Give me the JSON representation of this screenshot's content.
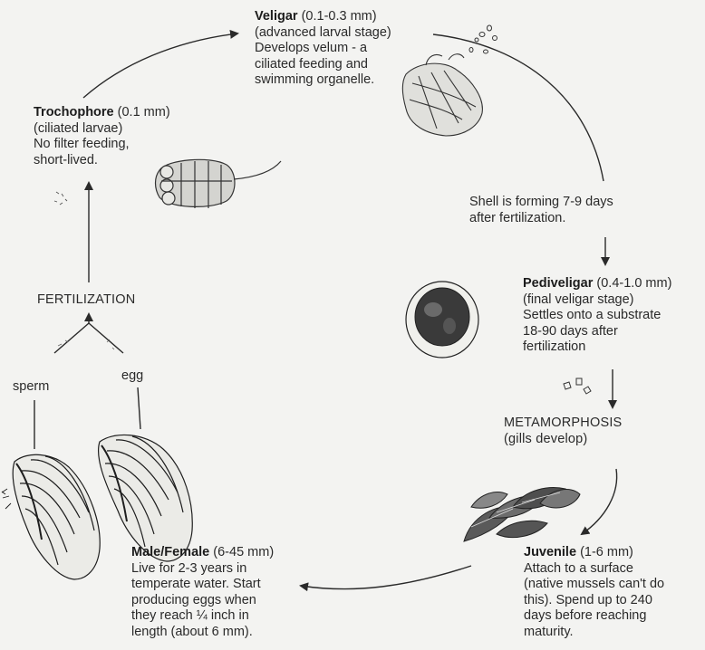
{
  "stages": {
    "veliger": {
      "name": "Veligar",
      "size": "(0.1-0.3 mm)",
      "lines": [
        "(advanced larval stage)",
        "Develops velum - a",
        "ciliated feeding and",
        "swimming organelle."
      ]
    },
    "trochophore": {
      "name": "Trochophore",
      "size": "(0.1 mm)",
      "lines": [
        "(ciliated larvae)",
        "No filter feeding,",
        "short-lived."
      ]
    },
    "shell_note": {
      "lines": [
        "Shell is forming 7-9 days",
        "after fertilization."
      ]
    },
    "pediveliger": {
      "name": "Pediveligar",
      "size": "(0.4-1.0 mm)",
      "lines": [
        "(final veligar stage)",
        "Settles onto a substrate",
        "18-90 days after",
        "fertilization"
      ]
    },
    "metamorphosis": {
      "title": "METAMORPHOSIS",
      "lines": [
        "(gills develop)"
      ]
    },
    "juvenile": {
      "name": "Juvenile",
      "size": "(1-6 mm)",
      "lines": [
        "Attach to a surface",
        "(native mussels can't do",
        "this).  Spend up to 240",
        "days before reaching",
        "maturity."
      ]
    },
    "adult": {
      "name": "Male/Female",
      "size": "(6-45 mm)",
      "lines": [
        "Live for 2-3 years in",
        "temperate water.  Start",
        "producing eggs when",
        "they reach ¼ inch in",
        "length (about 6 mm)."
      ]
    },
    "fertilization": {
      "title": "FERTILIZATION"
    },
    "sperm": {
      "label": "sperm"
    },
    "egg": {
      "label": "egg"
    }
  },
  "colors": {
    "ink": "#2a2a2a",
    "background": "#f3f3f1"
  },
  "icons": [
    "veliger-larva-icon",
    "trochophore-larva-icon",
    "pediveliger-larva-icon",
    "juvenile-mussels-icon",
    "adult-mussel-icon",
    "gametes-icon"
  ]
}
